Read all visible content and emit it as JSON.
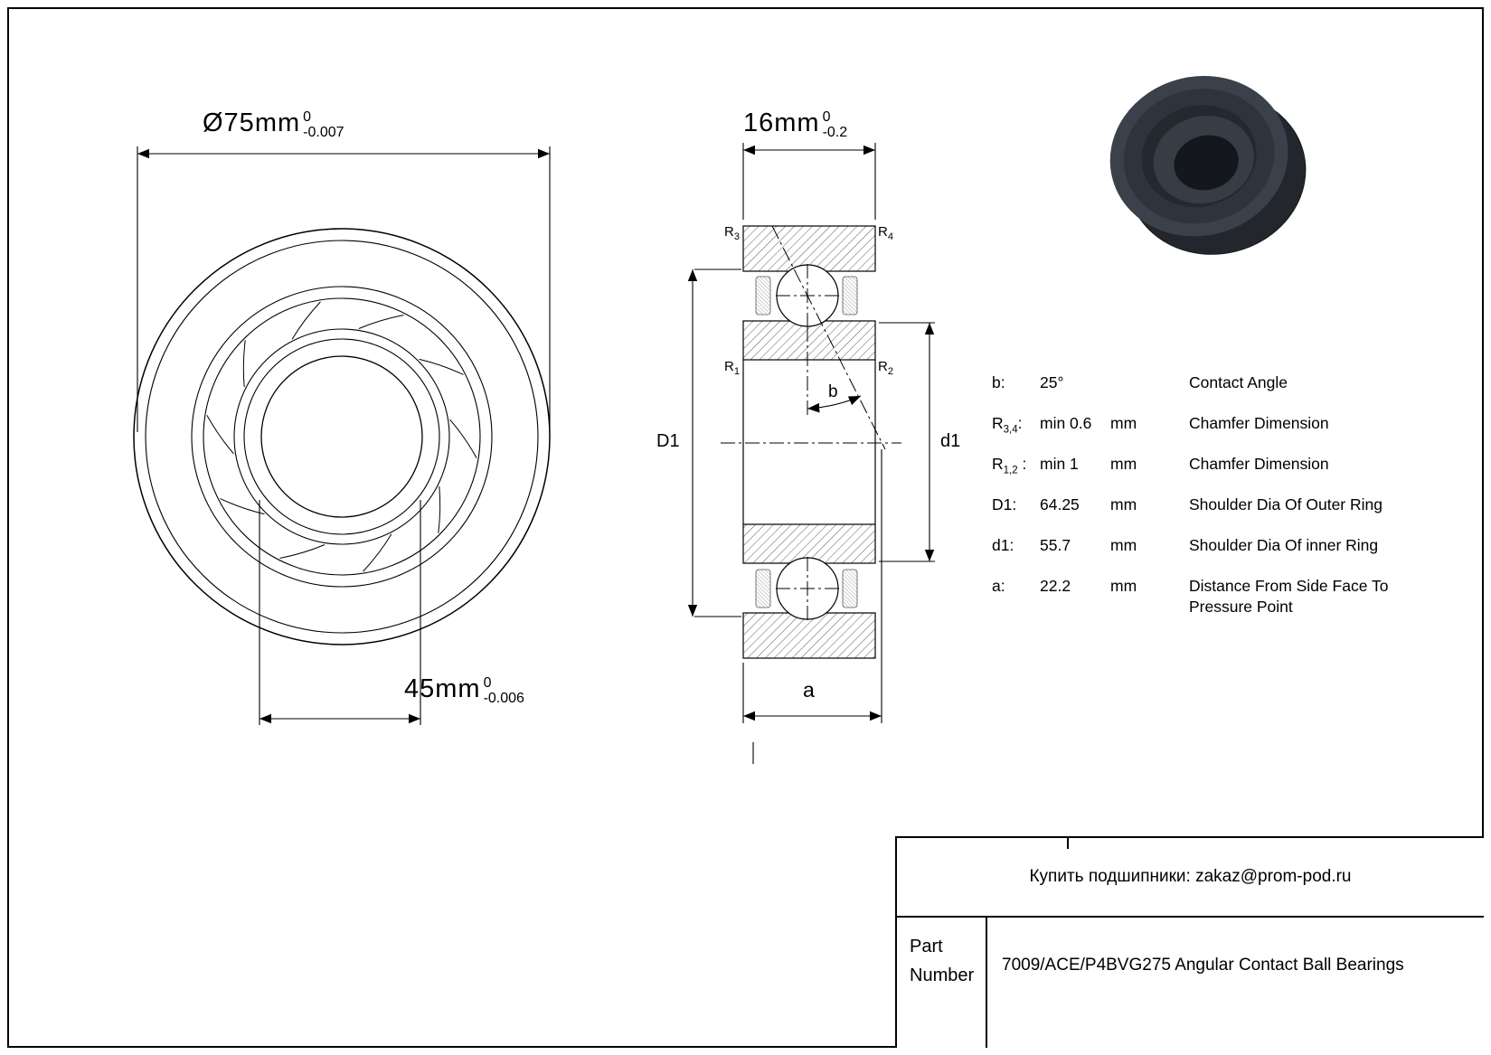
{
  "page": {
    "background": "#ffffff",
    "line_color": "#000000"
  },
  "front_view": {
    "outer_dim": {
      "value": "Ø75mm",
      "tol_top": "0",
      "tol_bottom": "-0.007"
    },
    "bore_dim": {
      "value": "45mm",
      "tol_top": "0",
      "tol_bottom": "-0.006"
    }
  },
  "section_view": {
    "width_dim": {
      "value": "16mm",
      "tol_top": "0",
      "tol_bottom": "-0.2"
    },
    "corner_labels": {
      "r3": {
        "base": "R",
        "sub": "3"
      },
      "r4": {
        "base": "R",
        "sub": "4"
      },
      "r1": {
        "base": "R",
        "sub": "1"
      },
      "r2": {
        "base": "R",
        "sub": "2"
      }
    },
    "axis_labels": {
      "outer_shoulder": "D1",
      "inner_shoulder": "d1",
      "contact_angle": "b",
      "pressure_distance": "a"
    }
  },
  "spec_table": {
    "rows": [
      {
        "param_base": "b",
        "param_sub": "",
        "param_colon": ":",
        "value": "25°",
        "unit": "",
        "desc": "Contact Angle"
      },
      {
        "param_base": "R",
        "param_sub": "3,4",
        "param_colon": ":",
        "value": "min 0.6",
        "unit": "mm",
        "desc": "Chamfer Dimension"
      },
      {
        "param_base": "R",
        "param_sub": "1,2",
        "param_colon": " :",
        "value": "min 1",
        "unit": "mm",
        "desc": "Chamfer Dimension"
      },
      {
        "param_base": "D1",
        "param_sub": "",
        "param_colon": ":",
        "value": "64.25",
        "unit": "mm",
        "desc": "Shoulder Dia Of Outer Ring"
      },
      {
        "param_base": "d1",
        "param_sub": "",
        "param_colon": ":",
        "value": "55.7",
        "unit": "mm",
        "desc": "Shoulder Dia Of inner Ring"
      },
      {
        "param_base": "a",
        "param_sub": "",
        "param_colon": ":",
        "value": "22.2",
        "unit": "mm",
        "desc": "Distance From Side Face To Pressure Point"
      }
    ]
  },
  "title_block": {
    "contact_line": "Купить подшипники: zakaz@prom-pod.ru",
    "part_label_line1": "Part",
    "part_label_line2": "Number",
    "part_number": "7009/ACE/P4BVG275 Angular Contact Ball Bearings"
  },
  "bearing_3d": {
    "body_color": "#3a414a",
    "shadow_color": "#23272d",
    "bore_color": "#14171b"
  }
}
